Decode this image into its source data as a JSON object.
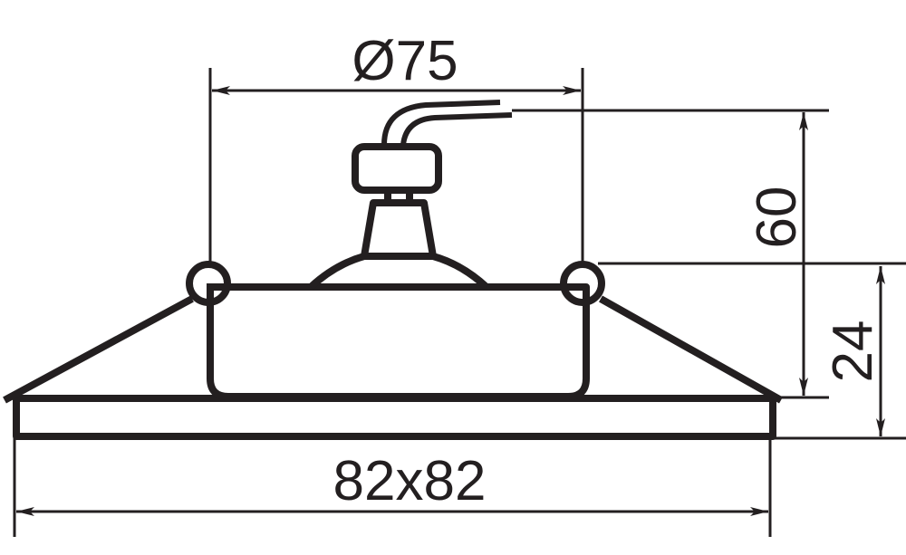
{
  "dimensions": {
    "diameter": "Ø75",
    "overall_height": "60",
    "visible_height": "24",
    "flange_size": "82x82"
  },
  "colors": {
    "line": "#231f20",
    "background": "#ffffff"
  }
}
